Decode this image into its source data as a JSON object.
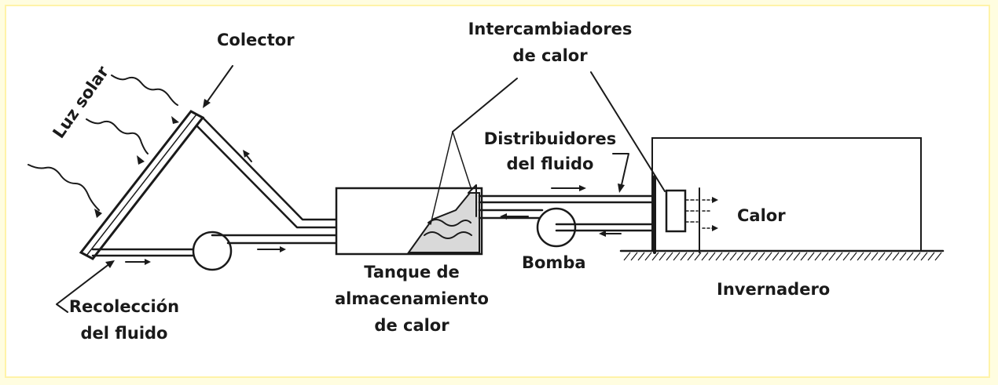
{
  "labels": {
    "luz_solar": "Luz solar",
    "colector": "Colector",
    "intercambiadores_1": "Intercambiadores",
    "intercambiadores_2": "de calor",
    "distribuidores_1": "Distribuidores",
    "distribuidores_2": "del fluido",
    "calor": "Calor",
    "bomba": "Bomba",
    "tanque_1": "Tanque de",
    "tanque_2": "almacenamiento",
    "tanque_3": "de calor",
    "invernadero": "Invernadero",
    "recoleccion_1": "Recolección",
    "recoleccion_2": "del fluido"
  },
  "colors": {
    "background": "#fffde0",
    "panel": "#ffffff",
    "ink": "#1a1a1a"
  }
}
